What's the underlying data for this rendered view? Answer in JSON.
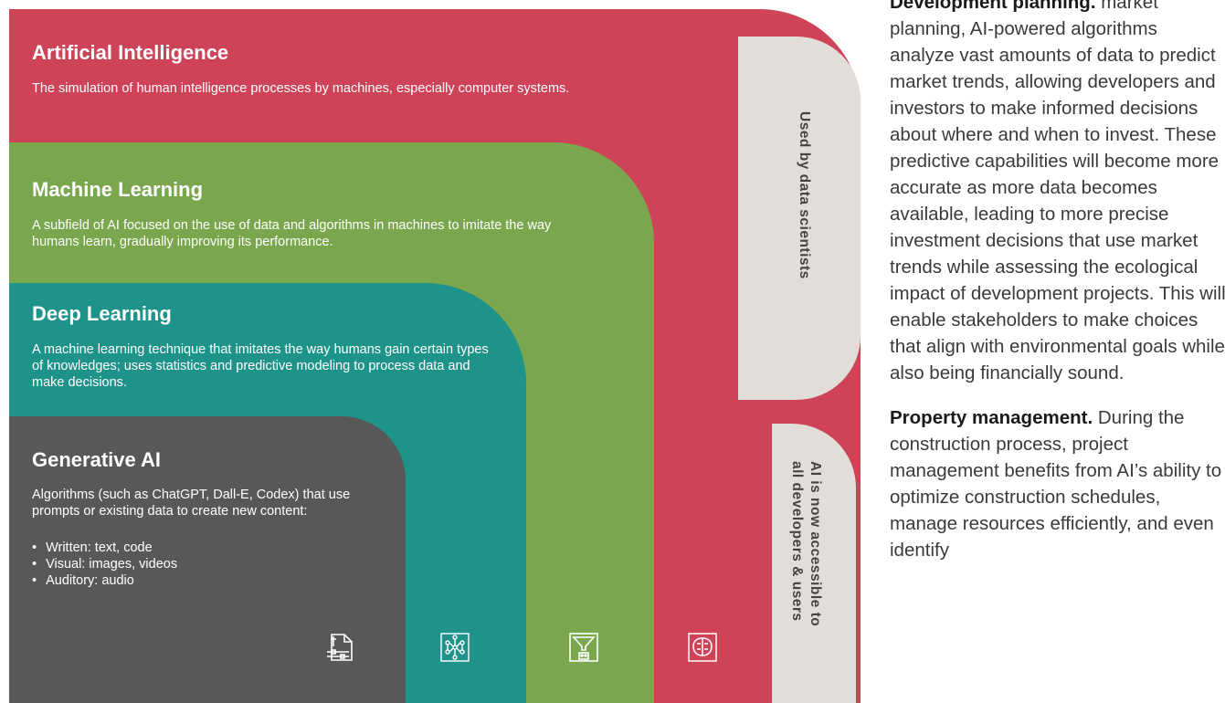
{
  "layers": {
    "ai": {
      "title": "Artificial Intelligence",
      "desc": "The simulation of human intelligence processes by machines, especially computer systems."
    },
    "ml": {
      "title": "Machine Learning",
      "desc": "A subfield of AI focused on the use of data and algorithms in machines to imitate the way humans learn, gradually improving its performance."
    },
    "dl": {
      "title": "Deep Learning",
      "desc": "A machine learning technique that imitates the way humans gain certain types of knowledges; uses statistics and predictive modeling to process data and make decisions."
    },
    "gen": {
      "title": "Generative AI",
      "desc": "Algorithms (such as ChatGPT, Dall-E, Codex) that use prompts or existing data to create new content:",
      "items": [
        "Written: text, code",
        "Visual: images, videos",
        "Auditory: audio"
      ]
    }
  },
  "tabs": {
    "top": "Used by data scientists",
    "bottom_line1": "AI is now accessible to",
    "bottom_line2": "all developers & users"
  },
  "colors": {
    "ai": "#cf4358",
    "ml": "#7aa64e",
    "dl": "#1d9389",
    "gen": "#585858",
    "tab": "#e1ddd8"
  },
  "icons": [
    "document-plan-icon",
    "neural-network-icon",
    "funnel-robot-icon",
    "brain-circuit-icon"
  ],
  "article": {
    "para1_lead": "Development planning.",
    "para1": "market planning, AI-powered algorithms analyze vast amounts of data to predict market trends, allowing developers and investors to make informed decisions about where and when to invest. These predictive capabilities will become more accurate as more data becomes available, leading to more precise investment decisions that use market trends while assessing the ecological impact of development projects. This will enable stakeholders to make choices that align with environmental goals while also being financially sound.",
    "para2_lead": "Property management.",
    "para2": "During the construction process, project management benefits from AI’s ability to optimize construction schedules, manage resources efficiently, and even identify"
  }
}
